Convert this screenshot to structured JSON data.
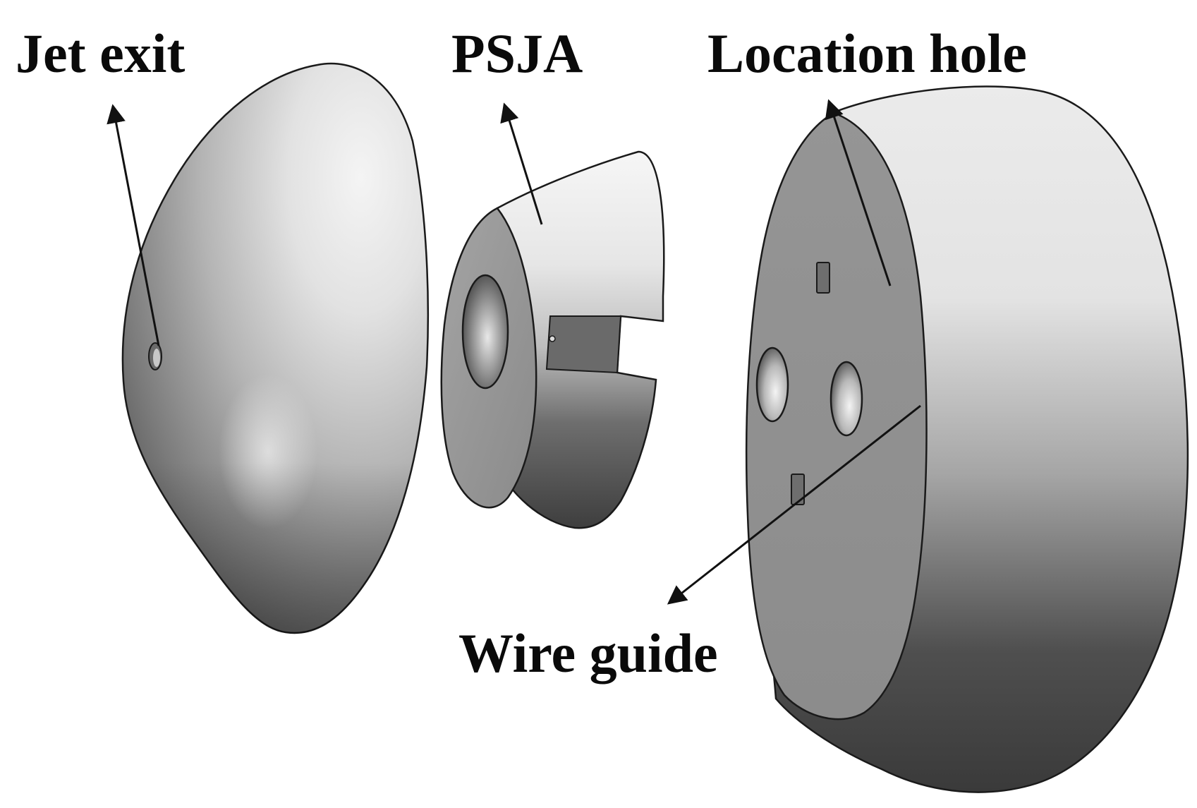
{
  "labels": {
    "jet_exit": "Jet exit",
    "psja": "PSJA",
    "location_hole": "Location hole",
    "wire_guide": "Wire guide"
  },
  "colors": {
    "background": "#ffffff",
    "label_text": "#0a0a0a",
    "outline": "#1a1a1a",
    "face_gray": "#8f8f8f"
  }
}
